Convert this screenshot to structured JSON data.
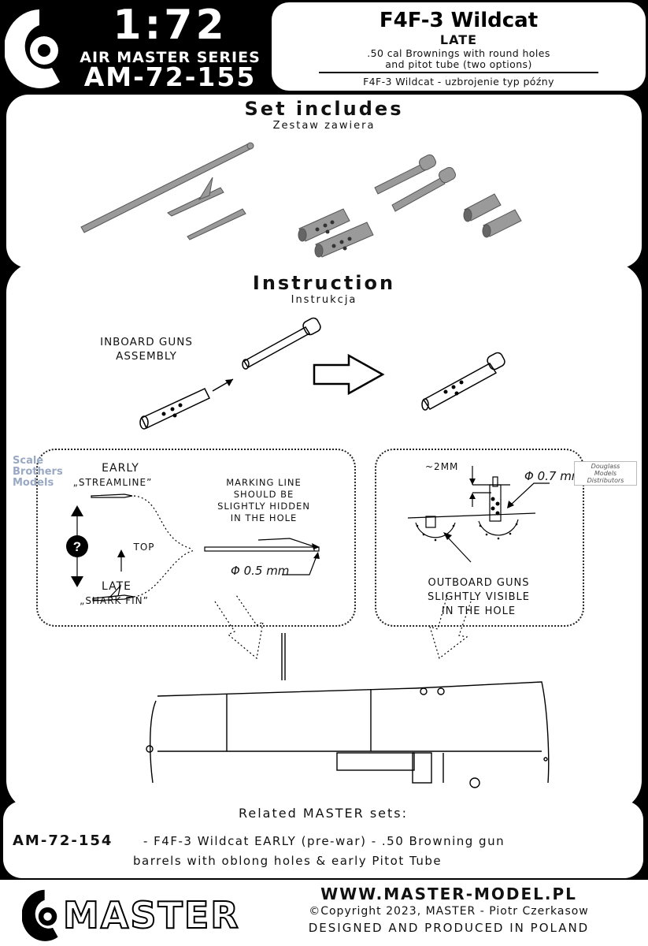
{
  "header": {
    "scale": "1:72",
    "series": "AIR MASTER SERIES",
    "code": "AM-72-155",
    "title": "F4F-3 Wildcat",
    "variant": "LATE",
    "desc_line1": ".50 cal Brownings with round holes",
    "desc_line2": "and pitot tube (two options)",
    "polish": "F4F-3 Wildcat - uzbrojenie typ późny"
  },
  "set": {
    "title": "Set includes",
    "subtitle": "Zestaw zawiera"
  },
  "instruction": {
    "title": "Instruction",
    "subtitle": "Instrukcja",
    "inboard_line1": "INBOARD GUNS",
    "inboard_line2": "ASSEMBLY",
    "early_label": "EARLY",
    "early_sub": "„STREAMLINE”",
    "late_label": "LATE",
    "late_sub": "„SHARK FIN”",
    "top_label": "TOP",
    "question_mark": "?",
    "marking_line1": "MARKING LINE",
    "marking_line2": "SHOULD BE",
    "marking_line3": "SLIGHTLY HIDDEN",
    "marking_line4": "IN THE HOLE",
    "diameter_pitot": "Φ 0.5 mm",
    "dim_2mm": "~2MM",
    "diameter_gun": "Φ 0.7 mm",
    "outboard_line1": "OUTBOARD GUNS",
    "outboard_line2": "SLIGHTLY VISIBLE",
    "outboard_line3": "IN THE HOLE"
  },
  "watermark": {
    "left_line1": "Scale",
    "left_line2": "Brothers",
    "left_line3": "Models",
    "right_line1": "Douglass",
    "right_line2": "Models",
    "right_line3": "Distributors"
  },
  "related": {
    "title": "Related MASTER sets:",
    "code": "AM-72-154",
    "desc_line1": "- F4F-3 Wildcat EARLY (pre-war) - .50 Browning gun",
    "desc_line2": "barrels with oblong holes & early Pitot Tube"
  },
  "footer": {
    "brand": "MASTER",
    "website": "WWW.MASTER-MODEL.PL",
    "copyright": "©Copyright 2023, MASTER - Piotr Czerkasow",
    "made_in": "DESIGNED AND PRODUCED IN POLAND"
  }
}
